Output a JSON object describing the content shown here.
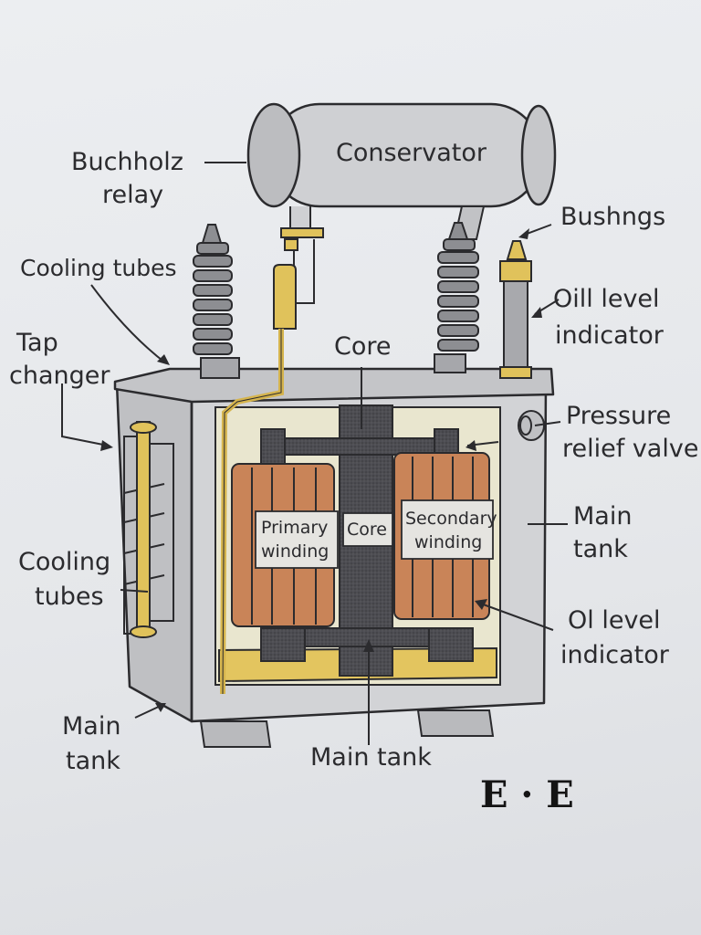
{
  "labels": {
    "conservator": "Conservator",
    "buchholz_line1": "Buchholz",
    "buchholz_line2": "relay",
    "bushings": "Bushngs",
    "cooling_tubes_top": "Cooling tubes",
    "oil_level_top_line1": "Oill level",
    "oil_level_top_line2": "indicator",
    "tap_changer_line1": "Tap",
    "tap_changer_line2": "changer",
    "core_top": "Core",
    "pressure_relief_line1": "Pressure",
    "pressure_relief_line2": "relief valve",
    "primary_line1": "Primary",
    "primary_line2": "winding",
    "core_inner": "Core",
    "secondary_line1": "Secondary",
    "secondary_line2": "winding",
    "main_tank_right_line1": "Main",
    "main_tank_right_line2": "tank",
    "cooling_tubes_left_line1": "Cooling",
    "cooling_tubes_left_line2": "tubes",
    "oil_level_right_line1": "Ol level",
    "oil_level_right_line2": "indicator",
    "main_tank_left_line1": "Main",
    "main_tank_left_line2": "tank",
    "main_tank_bottom": "Main tank"
  },
  "signature": "E · E",
  "colors": {
    "paper": "#e7e9ec",
    "tank_grey": "#cfd0d3",
    "core_dark": "#4a4a4e",
    "winding_orange": "#c98458",
    "oil_yellow": "#e6c45a",
    "ink": "#2b2b2e"
  }
}
